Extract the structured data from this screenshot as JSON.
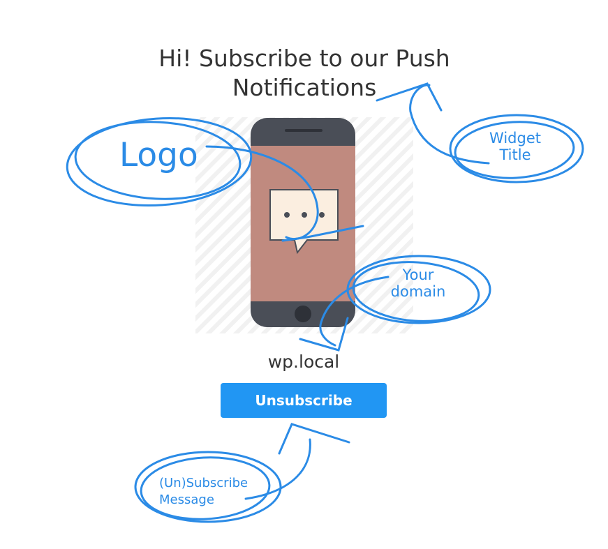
{
  "widget": {
    "title_line1": "Hi! Subscribe to our Push",
    "title_line2": "Notifications",
    "domain": "wp.local",
    "button_label": "Unsubscribe"
  },
  "annotations": {
    "logo": "Logo",
    "widget_title_line1": "Widget",
    "widget_title_line2": "Title",
    "your_domain_line1": "Your",
    "your_domain_line2": "domain",
    "message_line1": "(Un)Subscribe",
    "message_line2": "Message"
  },
  "colors": {
    "button": "#2196f3",
    "annotation": "#2b8be6",
    "phone_body": "#4a4e57",
    "phone_screen": "#c08a7f",
    "text": "#333333"
  }
}
